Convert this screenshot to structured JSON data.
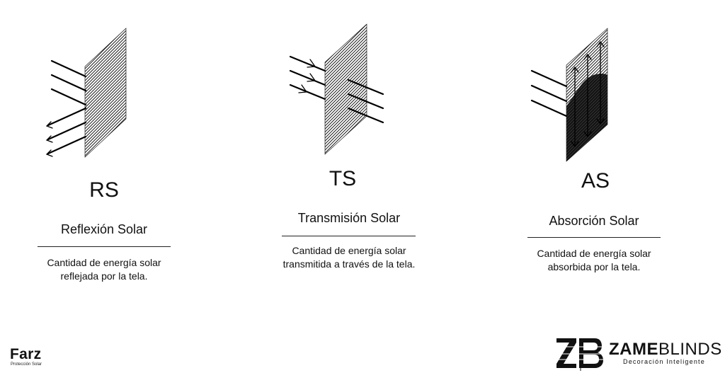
{
  "panels": [
    {
      "code": "RS",
      "title": "Reflexión Solar",
      "description_line1": "Cantidad de energía solar",
      "description_line2": "reflejada por la tela.",
      "icon": "reflection-diagram-icon"
    },
    {
      "code": "TS",
      "title": "Transmisión Solar",
      "description_line1": "Cantidad de energía solar",
      "description_line2": "transmitida a través de la tela.",
      "icon": "transmission-diagram-icon"
    },
    {
      "code": "AS",
      "title": "Absorción Solar",
      "description_line1": "Cantidad de energía solar",
      "description_line2": "absorbida por la tela.",
      "icon": "absorption-diagram-icon"
    }
  ],
  "logos": {
    "left_name": "Farz",
    "left_tagline": "Protección Solar",
    "right_brand_bold": "ZAME",
    "right_brand_light": "BLINDS",
    "right_slogan": "Decoración Inteligente"
  },
  "colors": {
    "ink": "#111111",
    "background": "#ffffff"
  }
}
